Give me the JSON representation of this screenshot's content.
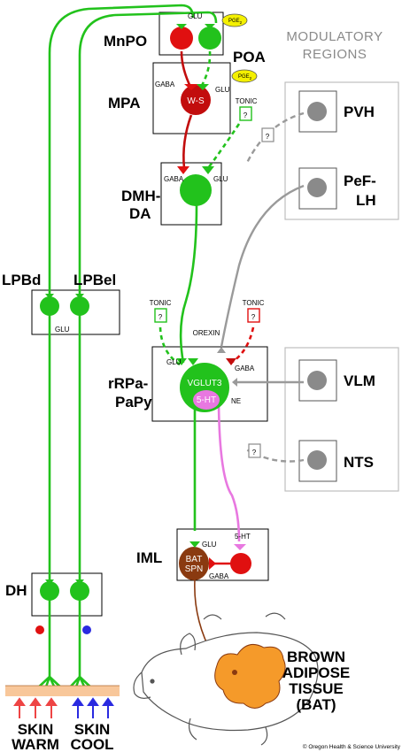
{
  "modulatory": {
    "title_line1": "MODULATORY",
    "title_line2": "REGIONS"
  },
  "regions": {
    "mnpo": "MnPO",
    "poa": "POA",
    "mpa": "MPA",
    "dmh1": "DMH-",
    "dmh2": "DA",
    "lpbd": "LPBd",
    "lpbel": "LPBel",
    "rrpa1": "rRPa-",
    "rrpa2": "PaPy",
    "iml": "IML",
    "dh": "DH",
    "pvh": "PVH",
    "pef1": "PeF-",
    "pef2": "LH",
    "vlm": "VLM",
    "nts": "NTS"
  },
  "labels": {
    "glu": "GLU",
    "gaba": "GABA",
    "pge2": "PGE",
    "pge2_sub": "2",
    "ws": "W-S",
    "tonic": "TONIC",
    "question": "?",
    "vglut3": "VGLUT3",
    "serotonin": "5-HT",
    "ne": "NE",
    "orexin": "OREXIN",
    "bat_spn_1": "BAT",
    "bat_spn_2": "SPN",
    "bat_1": "BROWN",
    "bat_2": "ADIPOSE",
    "bat_3": "TISSUE",
    "bat_4": "(BAT)",
    "skin_warm_1": "SKIN",
    "skin_warm_2": "WARM",
    "skin_cool_1": "SKIN",
    "skin_cool_2": "COOL",
    "copyright": "© Oregon Health & Science University"
  },
  "colors": {
    "green": "#22c21c",
    "red": "#e01010",
    "dark_red": "#c20d0d",
    "magenta": "#e878e0",
    "grey": "#9a9a9a",
    "brown": "#8a3a10",
    "orange": "#f59a2a",
    "yellow": "#f4f000",
    "skin": "#f8c79a",
    "blue": "#2a2ae0",
    "arrow_red": "#ee4444"
  }
}
